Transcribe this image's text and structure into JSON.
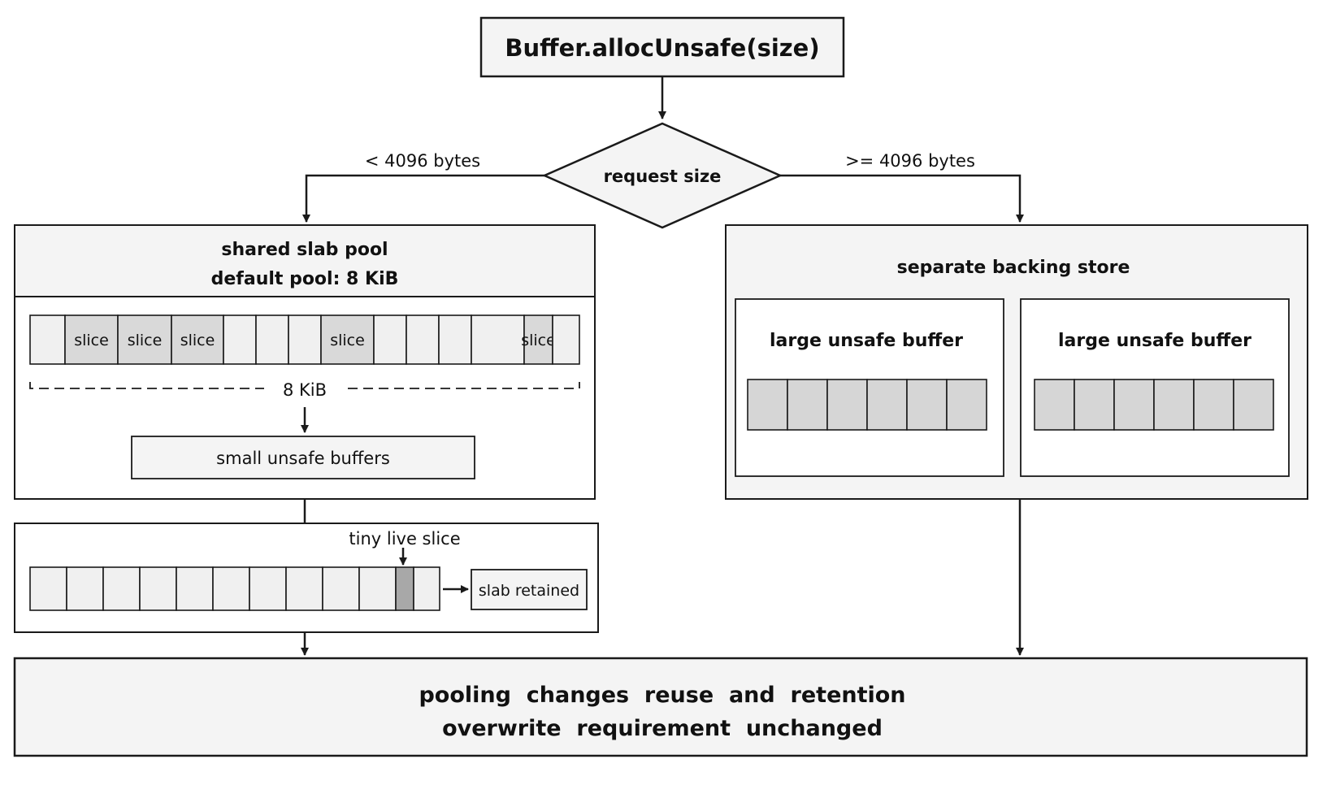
{
  "title": "Buffer.allocUnsafe(size)",
  "decision": {
    "label": "request size"
  },
  "branch": {
    "small_label": "< 4096 bytes",
    "large_label": ">= 4096 bytes"
  },
  "pool": {
    "title_line1": "shared slab pool",
    "title_line2": "default pool: 8 KiB",
    "cells": [
      {
        "label": "",
        "used": false
      },
      {
        "label": "slice",
        "used": true
      },
      {
        "label": "slice",
        "used": true
      },
      {
        "label": "slice",
        "used": true
      },
      {
        "label": "",
        "used": false
      },
      {
        "label": "",
        "used": false
      },
      {
        "label": "",
        "used": false
      },
      {
        "label": "slice",
        "used": true
      },
      {
        "label": "",
        "used": false
      },
      {
        "label": "",
        "used": false
      },
      {
        "label": "",
        "used": false
      },
      {
        "label": "",
        "used": false
      },
      {
        "label": "slice",
        "used": true
      },
      {
        "label": "",
        "used": false
      },
      {
        "label": "",
        "used": false
      }
    ],
    "size_label": "8 KiB",
    "small_buffers_label": "small unsafe buffers"
  },
  "retention": {
    "tiny_slice_label": "tiny live slice",
    "slab_cell_count": 11,
    "live_cell_index": 10,
    "retained_label": "slab retained"
  },
  "backing": {
    "title": "separate backing store",
    "buffers": [
      {
        "label": "large unsafe buffer",
        "cell_count": 6
      },
      {
        "label": "large unsafe buffer",
        "cell_count": 6
      }
    ]
  },
  "summary": {
    "line1": "pooling  changes  reuse  and  retention",
    "line2": "overwrite  requirement  unchanged"
  },
  "colors": {
    "stroke": "#1a1a1a",
    "box_fill": "#f4f4f4",
    "cell_fill": "#f0f0f0",
    "used_fill": "#d9d9d9",
    "large_fill": "#d6d6d6",
    "live_fill": "#a8a8a8"
  }
}
